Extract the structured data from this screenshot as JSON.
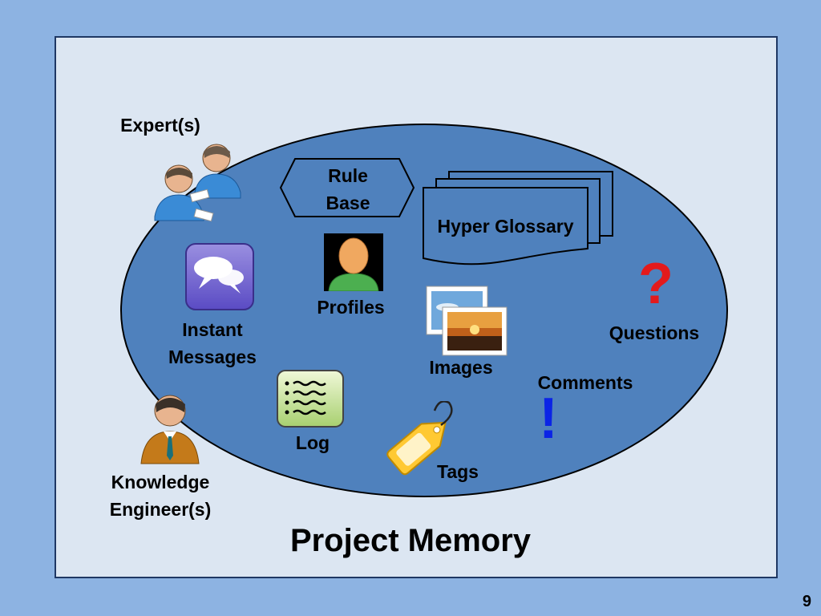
{
  "diagram": {
    "title": "Project Memory",
    "page_number": "9",
    "labels": {
      "experts": "Expert(s)",
      "rule_base_line1": "Rule",
      "rule_base_line2": "Base",
      "hyper_glossary": "Hyper Glossary",
      "instant_line1": "Instant",
      "instant_line2": "Messages",
      "profiles": "Profiles",
      "images": "Images",
      "questions": "Questions",
      "comments": "Comments",
      "log": "Log",
      "tags": "Tags",
      "knowledge_line1": "Knowledge",
      "knowledge_line2": "Engineer(s)"
    },
    "symbols": {
      "question_mark": "?",
      "exclamation_mark": "!"
    },
    "colors": {
      "background": "#8db3e2",
      "panel": "#dce6f2",
      "ellipse": "#4f81bd",
      "question": "#e31a1c",
      "exclamation": "#0b24e6"
    },
    "icons": [
      "experts-icon",
      "rule-base-hexagon",
      "document-stack-icon",
      "chat-bubbles-icon",
      "profile-icon",
      "images-icon",
      "log-icon",
      "tag-icon",
      "engineer-icon"
    ]
  }
}
